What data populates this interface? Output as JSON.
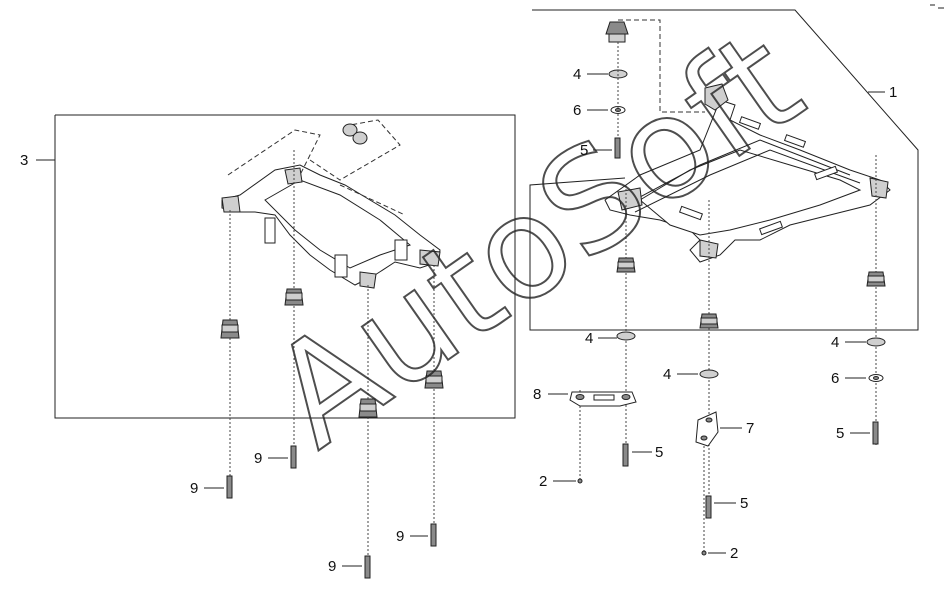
{
  "callouts": {
    "c1": "1",
    "c2a": "2",
    "c2b": "2",
    "c3": "3",
    "c4a": "4",
    "c4b": "4",
    "c4c": "4",
    "c4d": "4",
    "c5a": "5",
    "c5b": "5",
    "c5c": "5",
    "c5d": "5",
    "c6a": "6",
    "c6b": "6",
    "c7": "7",
    "c8": "8",
    "c9a": "9",
    "c9b": "9",
    "c9c": "9",
    "c9d": "9"
  },
  "watermark": {
    "brand_text": "AutoSoft"
  }
}
